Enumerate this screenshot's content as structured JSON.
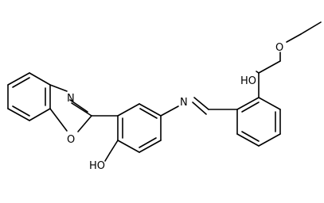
{
  "atoms": {
    "benzoxazole_n": "N",
    "benzoxazole_o": "O",
    "phenol_oh": "HO",
    "imine_n": "N",
    "salicyl_oh": "HO",
    "ethoxy_o": "O"
  },
  "colors": {
    "bond": "#000000",
    "background": "#ffffff"
  }
}
